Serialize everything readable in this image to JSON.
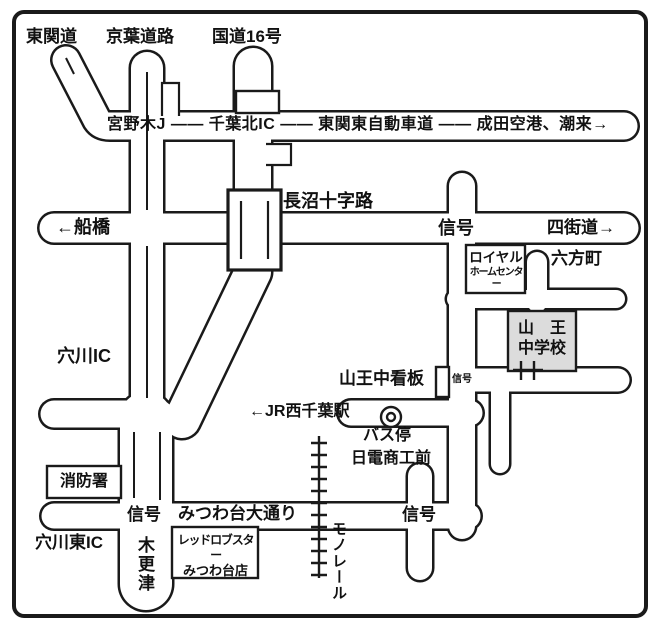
{
  "map": {
    "labels": {
      "tokando": "東関道",
      "keiyo_doro": "京葉道路",
      "kokudo16": "国道16号",
      "highway_line": "宮野木J —— 千葉北IC —— 東関東自動車道 —— 成田空港、潮来→",
      "naganuma_junction": "長沼十字路",
      "funabashi": "←船橋",
      "signal_yotsukaido": "信号",
      "yotsukaido": "四街道→",
      "roppocho": "六方町",
      "anagawa_ic": "穴川IC",
      "sanno_kanban": "山王中看板",
      "signal_kanban": "信号",
      "jr_nishi_chiba": "←JR西千葉駅",
      "bus_stop": "バス停",
      "nichiden_shoko_mae": "日電商工前",
      "signal_mitsuwadai": "信号",
      "mitsuwadai_odori": "みつわ台大通り",
      "signal_bus_road": "信号",
      "anagawa_higashi_ic": "穴川東IC",
      "kisarazu": "木更津",
      "monorail": "モノレール"
    },
    "boxes": {
      "royal_line1": "ロイヤル",
      "royal_line2": "ホームセンター",
      "school_line1": "山　王",
      "school_line2": "中学校",
      "lobster_line1": "レッドロブスター",
      "lobster_line2": "みつわ台店",
      "fire_station": "消防署"
    },
    "colors": {
      "ink": "#1a1a1a",
      "school_fill": "#dcdcdc",
      "background": "#ffffff"
    }
  }
}
